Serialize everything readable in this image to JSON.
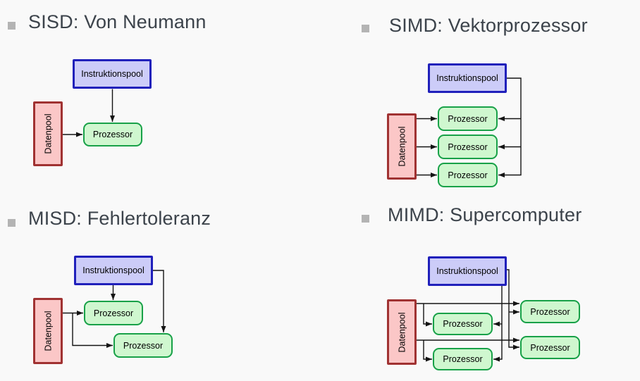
{
  "colors": {
    "page_bg": "#f9f9f9",
    "title_text": "#3c434b",
    "bullet": "#b4b4b4",
    "line": "#141414",
    "instruction_fill": "#ccccf8",
    "instruction_border": "#2020bb",
    "data_fill": "#fbc7c7",
    "data_border": "#a03232",
    "processor_fill": "#cff7cf",
    "processor_border": "#18a148",
    "box_text": "#000000"
  },
  "labels": {
    "instruction_pool": "Instruktionspool",
    "data_pool": "Datenpool",
    "processor": "Prozessor"
  },
  "sections": [
    {
      "id": "sisd",
      "title": "SISD: Von Neumann",
      "processor_count": 1
    },
    {
      "id": "simd",
      "title": "SIMD: Vektorprozessor",
      "processor_count": 3
    },
    {
      "id": "misd",
      "title": "MISD: Fehlertoleranz",
      "processor_count": 2
    },
    {
      "id": "mimd",
      "title": "MIMD: Supercomputer",
      "processor_count": 4
    }
  ]
}
